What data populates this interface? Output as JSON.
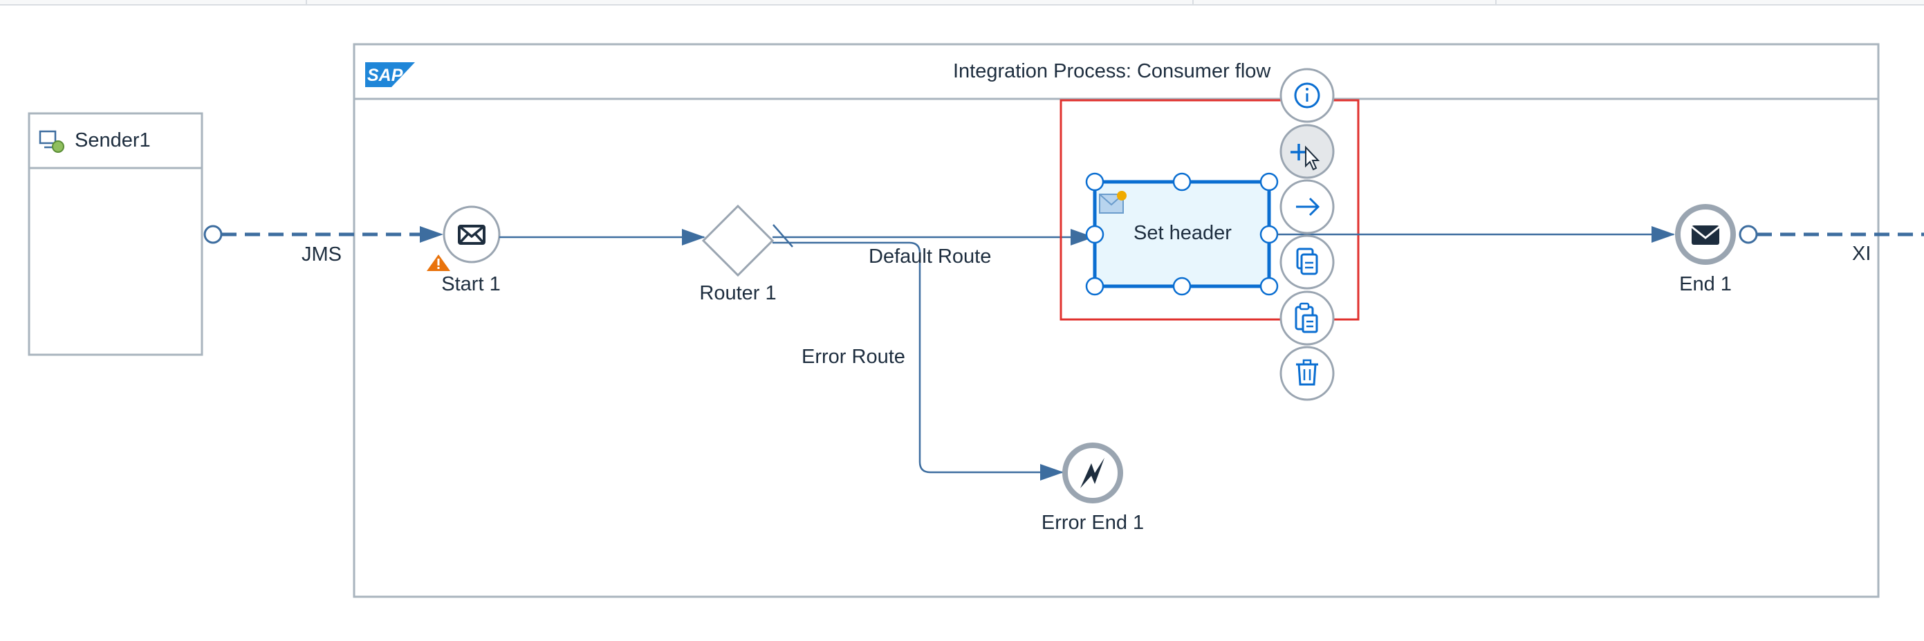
{
  "process": {
    "title": "Integration Process: Consumer flow",
    "logo_text": "SAP"
  },
  "sender": {
    "label": "Sender1",
    "icon": "sender-system-icon"
  },
  "channels": {
    "inbound": "JMS",
    "outbound": "XI"
  },
  "steps": {
    "start": {
      "label": "Start 1",
      "icon": "envelope-icon",
      "warning_icon": "warning-icon"
    },
    "router": {
      "label": "Router 1"
    },
    "set_header": {
      "label": "Set header",
      "icon": "content-modifier-icon"
    },
    "end": {
      "label": "End 1",
      "icon": "envelope-icon"
    },
    "error_end": {
      "label": "Error End 1",
      "icon": "lightning-icon"
    }
  },
  "routes": {
    "default": "Default Route",
    "error": "Error Route"
  },
  "context_menu": [
    "info-icon",
    "add-connect-icon",
    "arrow-right-icon",
    "copy-icon",
    "paste-icon",
    "delete-icon"
  ],
  "colors": {
    "selection": "#0a6ed1",
    "highlight": "#e0312e",
    "flow": "#3d6d9f",
    "pool_border": "#a9b4be",
    "warning": "#e9730c",
    "selected_fill": "#e8f6fd"
  }
}
